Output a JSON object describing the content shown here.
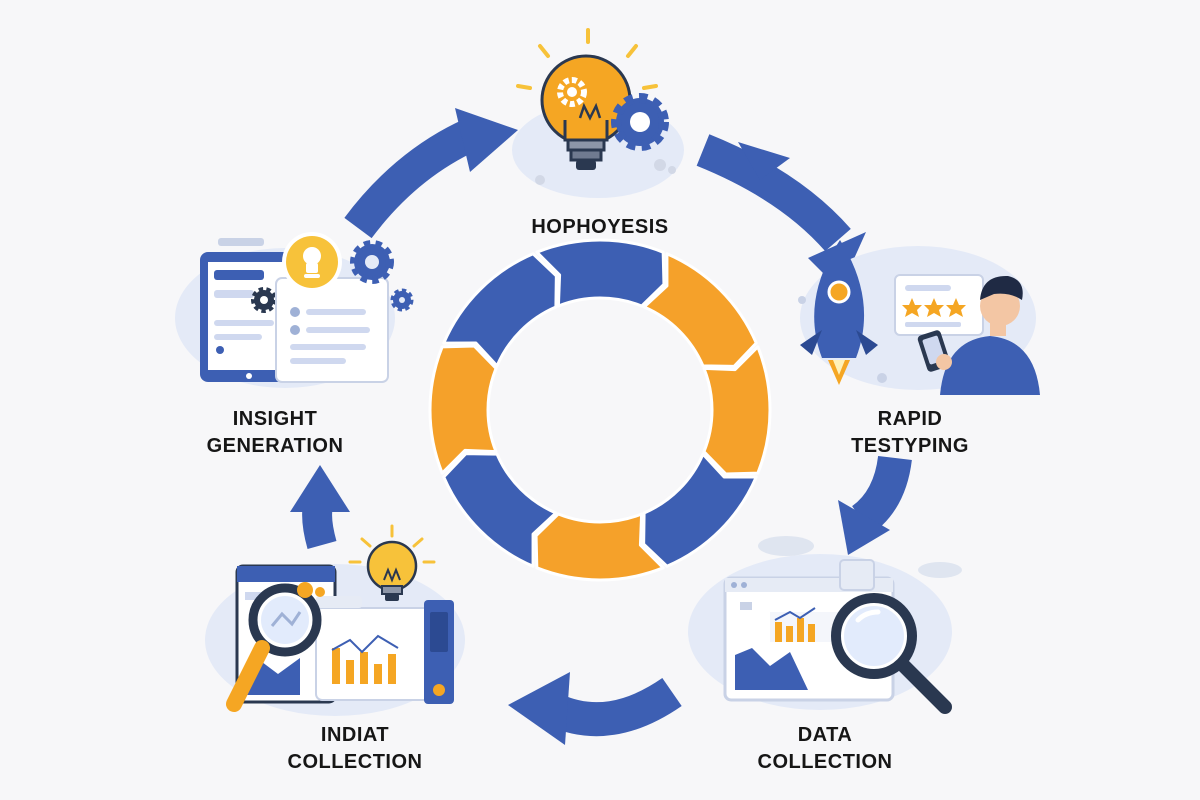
{
  "stages": {
    "hypothesis": {
      "line1": "HOPHOYESIS"
    },
    "insight": {
      "line1": "INSIGHT",
      "line2": "GENERATION"
    },
    "rapid": {
      "line1": "RAPID",
      "line2": "TESTYPING"
    },
    "data": {
      "line1": "DATA",
      "line2": "COLLECTION"
    },
    "indiat": {
      "line1": "INDIAT",
      "line2": "COLLECTION"
    }
  },
  "colors": {
    "background": "#f7f7f9",
    "blue": "#3d5fb3",
    "orange": "#f5a12a",
    "yellow": "#f7c23a",
    "pale_blue": "#e4eaf7",
    "dark_text": "#161616"
  },
  "icons": {
    "hypothesis": [
      "lightbulb-icon",
      "gear-icon"
    ],
    "insight": [
      "tablet-icon",
      "lightbulb-icon",
      "gear-icon"
    ],
    "rapid": [
      "rocket-icon",
      "person-icon",
      "phone-icon",
      "star-rating-icon"
    ],
    "data": [
      "monitor-icon",
      "bar-chart-icon",
      "magnifier-icon"
    ],
    "indiat": [
      "monitor-icon",
      "magnifier-icon",
      "lightbulb-icon",
      "bar-chart-icon"
    ]
  }
}
